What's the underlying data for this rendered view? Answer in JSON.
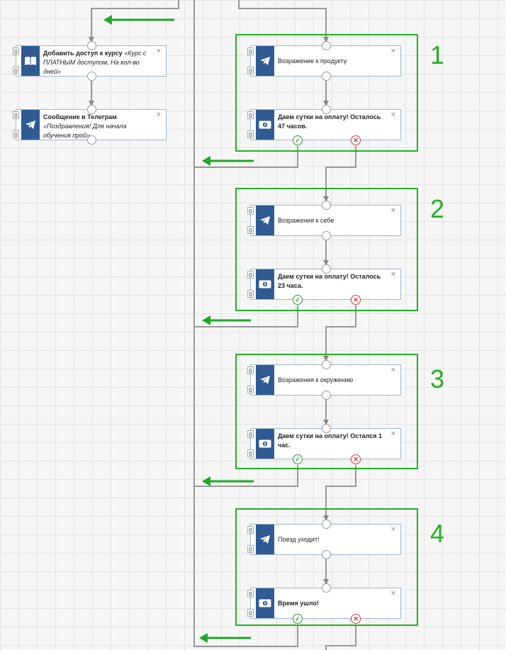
{
  "nodes": {
    "add_access": {
      "title": "Добавить доступ к курсу",
      "detail": "«Курс с ПЛАТНЫМ доступом, На кол-во дней»",
      "count_in": "0",
      "count_out": "0",
      "icon": "book-icon"
    },
    "tg_congrats": {
      "title": "Сообщение в Телеграм",
      "detail": "«Поздравления! Для начала обучения прой»",
      "count_in": "0",
      "count_out": "0",
      "icon": "telegram-icon"
    },
    "g1_msg": {
      "title": "Возражение к продукту",
      "count_in": "0",
      "count_out": "0",
      "icon": "telegram-icon"
    },
    "g1_pay": {
      "title": "Даем сутки на оплату! Осталось 47 часов.",
      "count_in": "0",
      "count_out": "0",
      "icon": "money-icon"
    },
    "g2_msg": {
      "title": "Возражения к себе",
      "count_in": "0",
      "count_out": "0",
      "icon": "telegram-icon"
    },
    "g2_pay": {
      "title": "Даем сутки на оплату! Осталось 23 часа.",
      "count_in": "0",
      "count_out": "0",
      "icon": "money-icon"
    },
    "g3_msg": {
      "title": "Возражения к окружению",
      "count_in": "0",
      "count_out": "0",
      "icon": "telegram-icon"
    },
    "g3_pay": {
      "title": "Даем сутки на оплату! Остался 1 час.",
      "count_in": "0",
      "count_out": "0",
      "icon": "money-icon"
    },
    "g4_msg": {
      "title": "Поезд уходит!",
      "count_in": "0",
      "count_out": "0",
      "icon": "telegram-icon"
    },
    "g4_pay": {
      "title": "Время ушло!",
      "count_in": "0",
      "count_out": "0",
      "icon": "money-icon"
    }
  },
  "groups": {
    "g1": "1",
    "g2": "2",
    "g3": "3",
    "g4": "4"
  },
  "symbols": {
    "close": "×",
    "yes": "✓",
    "no": "✕"
  },
  "colors": {
    "accent_green": "#22b125",
    "icon_bg": "#2f5b92",
    "yes": "#2a9a3a",
    "no": "#d43a3a"
  }
}
